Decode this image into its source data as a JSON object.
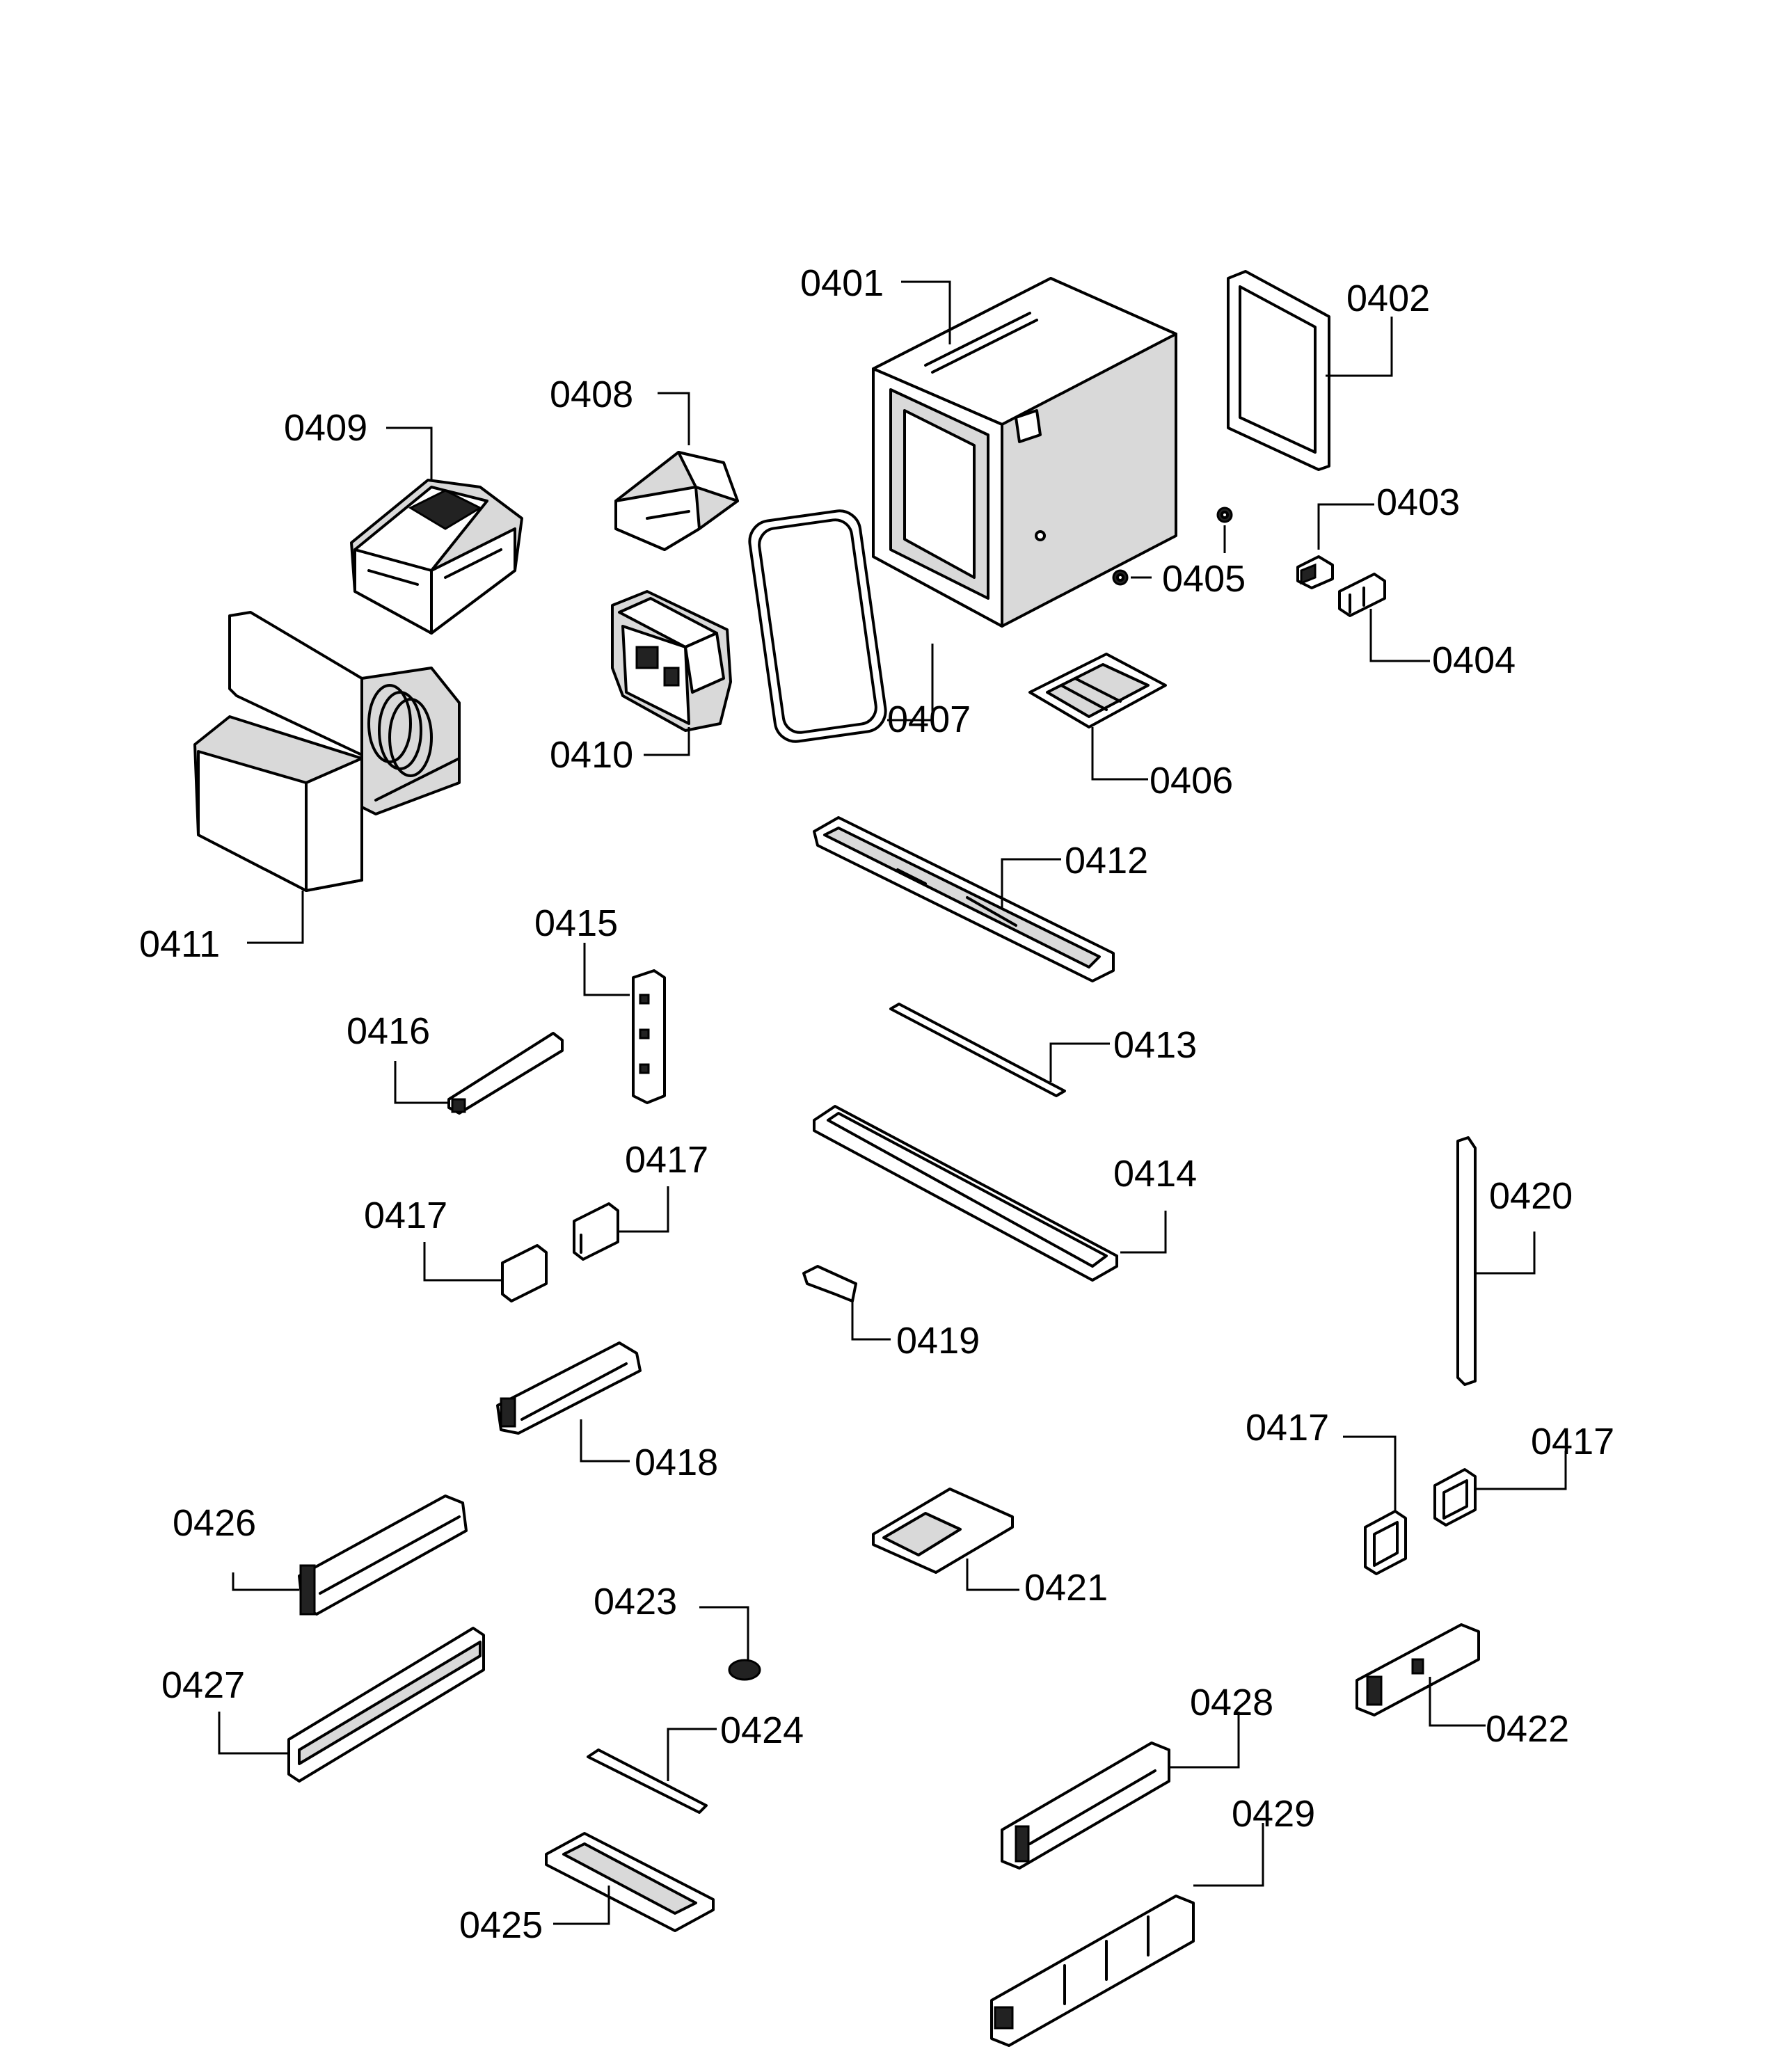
{
  "parts": [
    {
      "id": "p0401",
      "label": "0401"
    },
    {
      "id": "p0402",
      "label": "0402"
    },
    {
      "id": "p0403",
      "label": "0403"
    },
    {
      "id": "p0404",
      "label": "0404"
    },
    {
      "id": "p0405",
      "label": "0405"
    },
    {
      "id": "p0406",
      "label": "0406"
    },
    {
      "id": "p0407",
      "label": "0407"
    },
    {
      "id": "p0408",
      "label": "0408"
    },
    {
      "id": "p0409",
      "label": "0409"
    },
    {
      "id": "p0410",
      "label": "0410"
    },
    {
      "id": "p0411",
      "label": "0411"
    },
    {
      "id": "p0412",
      "label": "0412"
    },
    {
      "id": "p0413",
      "label": "0413"
    },
    {
      "id": "p0414",
      "label": "0414"
    },
    {
      "id": "p0415",
      "label": "0415"
    },
    {
      "id": "p0416",
      "label": "0416"
    },
    {
      "id": "p0417a",
      "label": "0417"
    },
    {
      "id": "p0417b",
      "label": "0417"
    },
    {
      "id": "p0417c",
      "label": "0417"
    },
    {
      "id": "p0417d",
      "label": "0417"
    },
    {
      "id": "p0418",
      "label": "0418"
    },
    {
      "id": "p0419",
      "label": "0419"
    },
    {
      "id": "p0420",
      "label": "0420"
    },
    {
      "id": "p0421",
      "label": "0421"
    },
    {
      "id": "p0422",
      "label": "0422"
    },
    {
      "id": "p0423",
      "label": "0423"
    },
    {
      "id": "p0424",
      "label": "0424"
    },
    {
      "id": "p0425",
      "label": "0425"
    },
    {
      "id": "p0426",
      "label": "0426"
    },
    {
      "id": "p0427",
      "label": "0427"
    },
    {
      "id": "p0428",
      "label": "0428"
    },
    {
      "id": "p0429",
      "label": "0429"
    }
  ]
}
